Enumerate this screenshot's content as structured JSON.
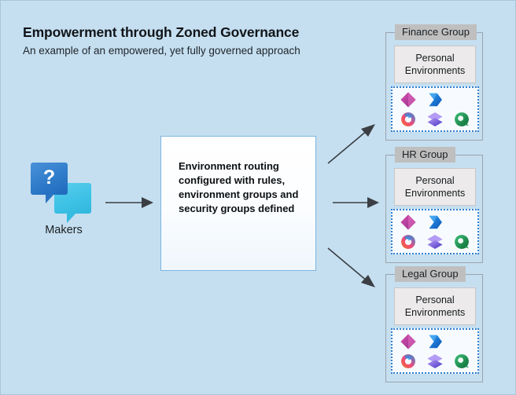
{
  "header": {
    "title": "Empowerment through Zoned Governance",
    "subtitle": "An example of an empowered, yet fully governed approach"
  },
  "source": {
    "label": "Makers",
    "badge": "?",
    "icon": "speech-bubbles-icon"
  },
  "process": {
    "text": "Environment routing configured with rules, environment groups and security groups defined"
  },
  "flow": {
    "arrows": [
      {
        "name": "arrow-makers-to-process",
        "direction": "right"
      },
      {
        "name": "arrow-process-to-finance",
        "direction": "up-right"
      },
      {
        "name": "arrow-process-to-hr",
        "direction": "right"
      },
      {
        "name": "arrow-process-to-legal",
        "direction": "down-right"
      }
    ],
    "arrow_color": "#3b3f44"
  },
  "groups": [
    {
      "label": "Finance Group",
      "environments_label": "Personal Environments",
      "apps": [
        {
          "name": "power-apps-icon",
          "label": "Power Apps"
        },
        {
          "name": "power-automate-icon",
          "label": "Power Automate"
        },
        {
          "name": "empty-slot",
          "label": ""
        },
        {
          "name": "copilot-icon",
          "label": "Copilot"
        },
        {
          "name": "power-pages-icon",
          "label": "Power Pages"
        },
        {
          "name": "copilot-studio-icon",
          "label": "Copilot Studio"
        }
      ]
    },
    {
      "label": "HR Group",
      "environments_label": "Personal Environments",
      "apps": [
        {
          "name": "power-apps-icon",
          "label": "Power Apps"
        },
        {
          "name": "power-automate-icon",
          "label": "Power Automate"
        },
        {
          "name": "empty-slot",
          "label": ""
        },
        {
          "name": "copilot-icon",
          "label": "Copilot"
        },
        {
          "name": "power-pages-icon",
          "label": "Power Pages"
        },
        {
          "name": "copilot-studio-icon",
          "label": "Copilot Studio"
        }
      ]
    },
    {
      "label": "Legal Group",
      "environments_label": "Personal Environments",
      "apps": [
        {
          "name": "power-apps-icon",
          "label": "Power Apps"
        },
        {
          "name": "power-automate-icon",
          "label": "Power Automate"
        },
        {
          "name": "empty-slot",
          "label": ""
        },
        {
          "name": "copilot-icon",
          "label": "Copilot"
        },
        {
          "name": "power-pages-icon",
          "label": "Power Pages"
        },
        {
          "name": "copilot-studio-icon",
          "label": "Copilot Studio"
        }
      ]
    }
  ],
  "colors": {
    "background": "#c5dff0",
    "group_label_bg": "#bfbfbf",
    "personal_env_bg": "#eceaea",
    "env_panel_border": "#2f7fd0",
    "process_border": "#7cb5e0",
    "power_apps": "#c4399d",
    "power_automate": "#0b6ed0",
    "power_pages": "#6b4fd8",
    "copilot_studio": "#17924f"
  }
}
